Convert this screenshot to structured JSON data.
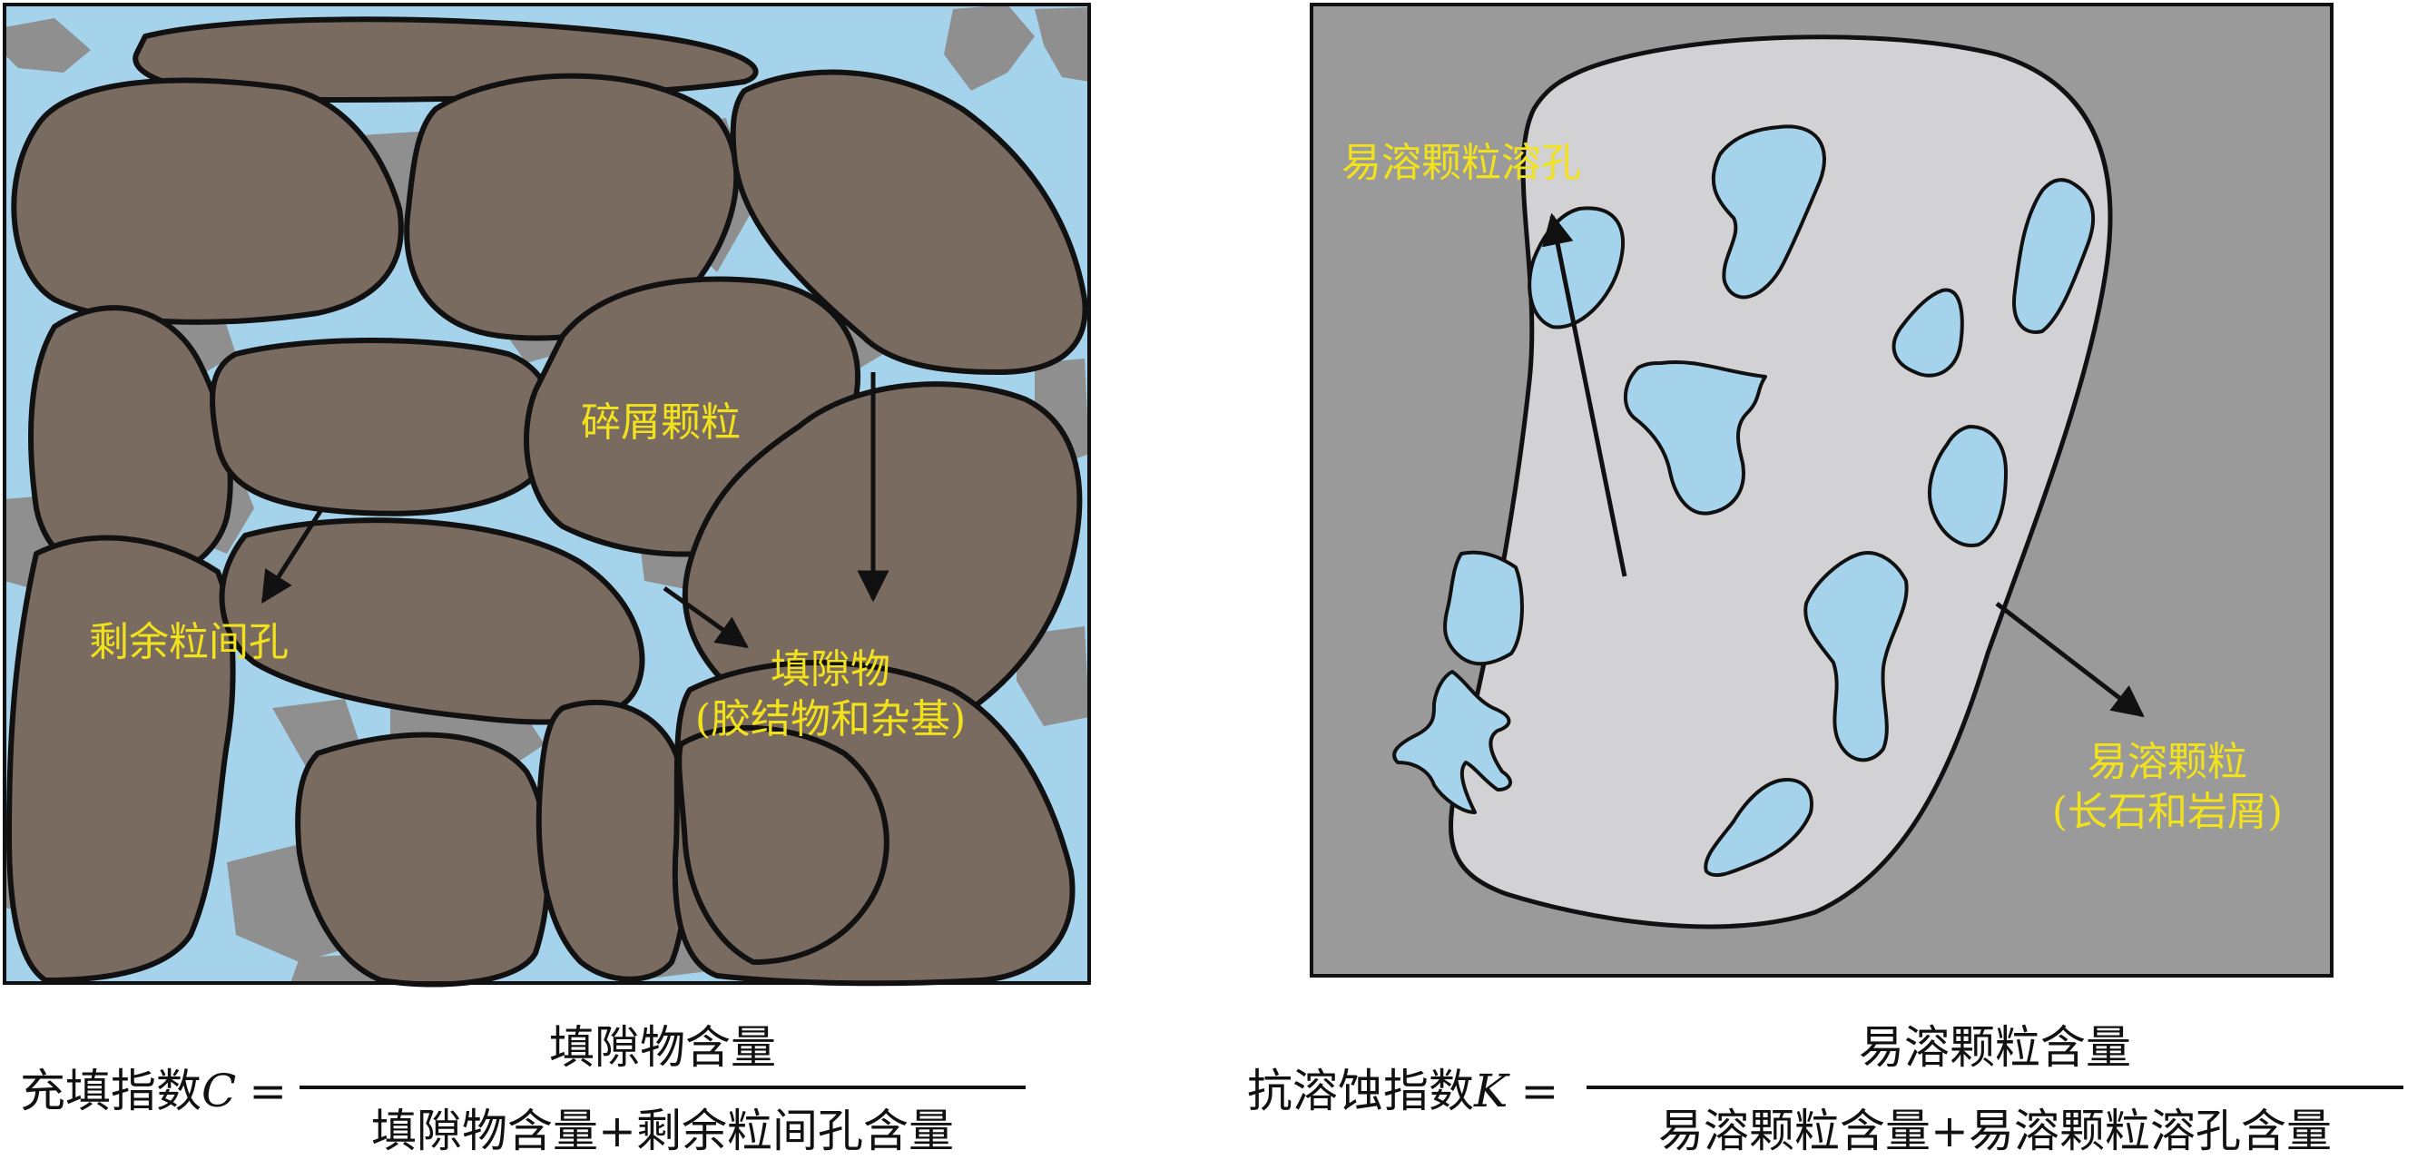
{
  "left_panel": {
    "labels": {
      "detrital_grains": "碎屑颗粒",
      "residual_pores": "剩余粒间孔",
      "filler_line1": "填隙物",
      "filler_line2": "(胶结物和杂基)"
    }
  },
  "right_panel": {
    "labels": {
      "dissolution_pores": "易溶颗粒溶孔",
      "soluble_grain_line1": "易溶颗粒",
      "soluble_grain_line2": "(长石和岩屑)"
    }
  },
  "formula_c": {
    "name": "充填指数",
    "var": "C",
    "eq": "=",
    "numerator": "填隙物含量",
    "denominator": "填隙物含量+剩余粒间孔含量"
  },
  "formula_k": {
    "name": "抗溶蚀指数",
    "var": "K",
    "eq": "=",
    "numerator": "易溶颗粒含量",
    "denominator": "易溶颗粒含量+易溶颗粒溶孔含量"
  },
  "colors": {
    "pore_blue": "#a6d3ec",
    "filler_gray": "#8f8f8f",
    "grain_brown": "#7a6b60",
    "label_yellow": "#f2e21b",
    "matrix_gray": "#9a9a9a",
    "grain_light": "#d2d2d4"
  }
}
